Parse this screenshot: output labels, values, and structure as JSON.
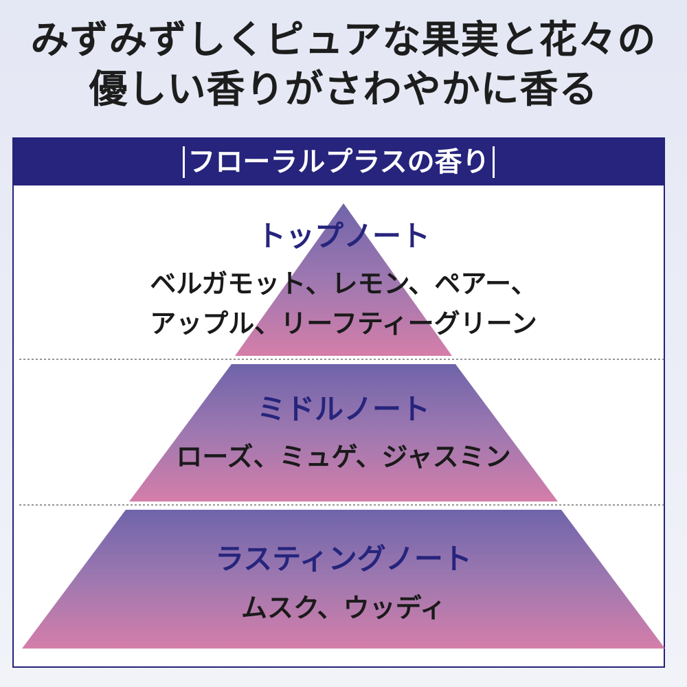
{
  "headline": {
    "line1": "みずみずしくピュアな果実と花々の",
    "line2": "優しい香りがさわやかに香る"
  },
  "banner": {
    "title": "フローラルプラスの香り"
  },
  "pyramid": {
    "top": {
      "title": "トップノート",
      "line1": "ベルガモット、レモン、ペアー、",
      "line2": "アップル、リーフティーグリーン"
    },
    "middle": {
      "title": "ミドルノート",
      "line1": "ローズ、ミュゲ、ジャスミン"
    },
    "base": {
      "title": "ラスティングノート",
      "line1": "ムスク、ウッディ"
    }
  },
  "colors": {
    "navy": "#26247c",
    "top_fill": "#7468ac",
    "base_fill": "#d27aa8"
  }
}
